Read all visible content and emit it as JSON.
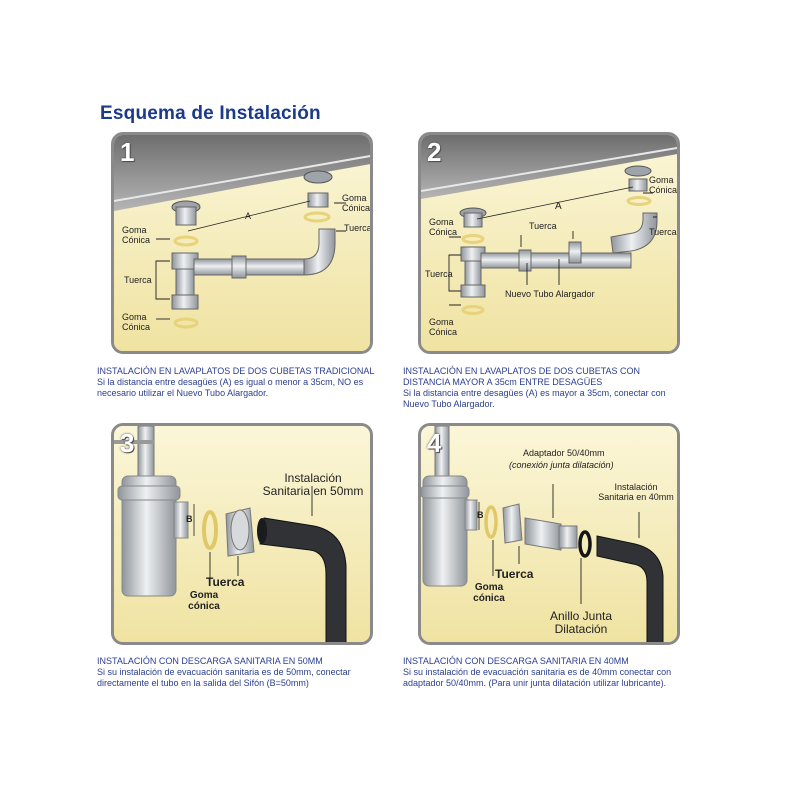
{
  "title": "Esquema de Instalación",
  "colors": {
    "title": "#1b3a8c",
    "panel_bg": "#f8f0c4",
    "caption": "#2a3e8f",
    "pipe": "#c9cdd2",
    "black_pipe": "#2b2d30"
  },
  "panels": [
    {
      "number": "1",
      "labels": {
        "goma_conica_top_a": "Goma",
        "goma_conica_top_b": "Cónica",
        "a_marker": "A",
        "goma_conica_right_a": "Goma",
        "goma_conica_right_b": "Cónica",
        "tuerca_right": "Tuerca",
        "tuerca_left": "Tuerca",
        "goma_conica_bottom_a": "Goma",
        "goma_conica_bottom_b": "Cónica"
      },
      "caption_title": "INSTALACIÓN EN LAVAPLATOS DE DOS CUBETAS TRADICIONAL",
      "caption_body": "Si la distancia entre desagües (A) es igual o menor a 35cm, NO es necesario utilizar el Nuevo Tubo Alargador."
    },
    {
      "number": "2",
      "labels": {
        "goma_conica_right_a": "Goma",
        "goma_conica_right_b": "Cónica",
        "a_marker": "A",
        "goma_conica_left_a": "Goma",
        "goma_conica_left_b": "Cónica",
        "tuerca_mid": "Tuerca",
        "tuerca_right": "Tuerca",
        "tuerca_left": "Tuerca",
        "nuevo_tubo": "Nuevo Tubo Alargador",
        "goma_conica_bottom_a": "Goma",
        "goma_conica_bottom_b": "Cónica"
      },
      "caption_title": "INSTALACIÓN EN LAVAPLATOS DE DOS CUBETAS CON DISTANCIA MAYOR A 35cm ENTRE DESAGÜES",
      "caption_body": "Si la distancia entre desagües (A) es mayor a 35cm, conectar con Nuevo Tubo Alargador."
    },
    {
      "number": "3",
      "labels": {
        "b_marker": "B",
        "instalacion_a": "Instalación",
        "instalacion_b": "Sanitaria en 50mm",
        "tuerca": "Tuerca",
        "goma_a": "Goma",
        "goma_b": "cónica"
      },
      "caption_title": "INSTALACIÓN CON DESCARGA SANITARIA EN 50MM",
      "caption_body": "Si su instalación de evacuación sanitaria es de 50mm, conectar directamente el tubo en la salida del Sifón (B=50mm)"
    },
    {
      "number": "4",
      "labels": {
        "adaptador": "Adaptador 50/40mm",
        "conexion": "(conexión junta dilatación)",
        "instalacion_a": "Instalación",
        "instalacion_b": "Sanitaria en 40mm",
        "b_marker": "B",
        "tuerca": "Tuerca",
        "goma_a": "Goma",
        "goma_b": "cónica",
        "anillo_a": "Anillo Junta",
        "anillo_b": "Dilatación"
      },
      "caption_title": "INSTALACIÓN CON DESCARGA SANITARIA EN 40MM",
      "caption_body": "Si su instalación de evacuación sanitaria es de 40mm conectar con adaptador 50/40mm. (Para unir junta dilatación utilizar lubricante)."
    }
  ]
}
